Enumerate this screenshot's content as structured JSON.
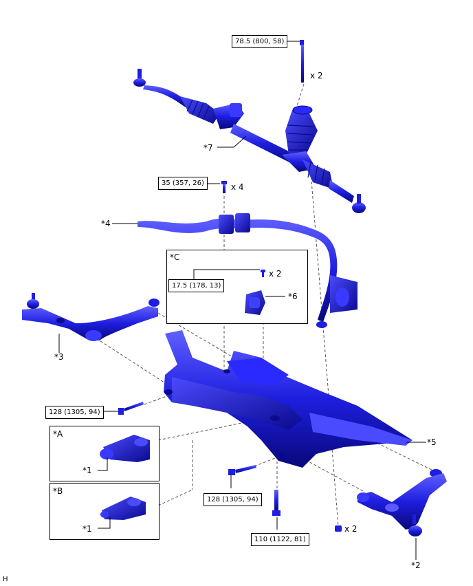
{
  "torques": {
    "t1": "78.5 (800, 58)",
    "t2": "35 (357, 26)",
    "t3": "17.5 (178, 13)",
    "t4": "128 (1305, 94)",
    "t5": "128 (1305, 94)",
    "t6": "110 (1122, 81)"
  },
  "quantities": {
    "q1": "x 2",
    "q2": "x 4",
    "q3": "x 2",
    "q4": "x 2"
  },
  "callouts": {
    "c7": "*7",
    "c4": "*4",
    "c6": "*6",
    "c3": "*3",
    "c5": "*5",
    "c1a": "*1",
    "c1b": "*1",
    "c2": "*2"
  },
  "boxes": {
    "C": "*C",
    "A": "*A",
    "B": "*B"
  },
  "footer_code": "H",
  "colors": {
    "part_fill": "#1e1ee0",
    "part_dark": "#0a0a8c",
    "part_light": "#5a5aff"
  }
}
